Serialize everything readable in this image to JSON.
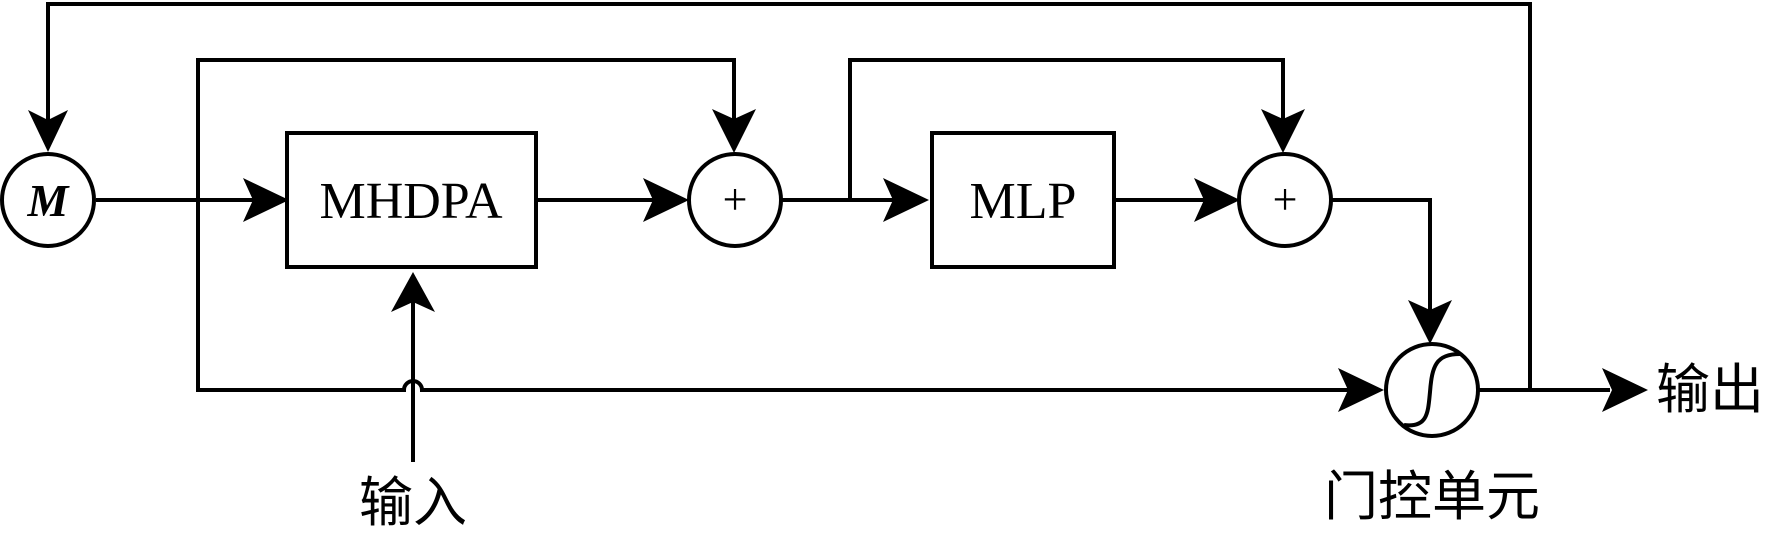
{
  "diagram": {
    "memory_node": {
      "label": "M"
    },
    "attention_block": {
      "label": "MHDPA"
    },
    "mlp_block": {
      "label": "MLP"
    },
    "add_node_1": {
      "label": "+"
    },
    "add_node_2": {
      "label": "+"
    },
    "input_label": "输入",
    "output_label": "输出",
    "gate_label": "门控单元"
  }
}
